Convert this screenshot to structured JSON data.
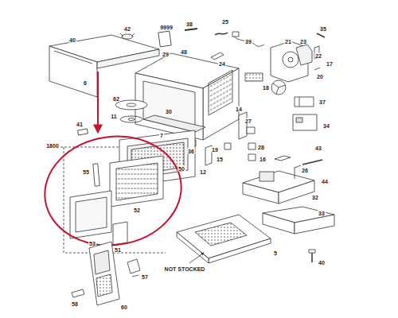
{
  "diagram": {
    "labels": [
      "40",
      "42",
      "9999",
      "38",
      "25",
      "35",
      "39",
      "21",
      "23",
      "22",
      "29",
      "48",
      "24",
      "6",
      "17",
      "20",
      "18",
      "41",
      "62",
      "11",
      "30",
      "37",
      "34",
      "14",
      "27",
      "7",
      "36",
      "50",
      "19",
      "28",
      "16",
      "12",
      "15",
      "1800",
      "55",
      "43",
      "26",
      "44",
      "32",
      "52",
      "33",
      "53",
      "51",
      "5",
      "NOT STOCKED",
      "40",
      "57",
      "60",
      "58"
    ]
  }
}
